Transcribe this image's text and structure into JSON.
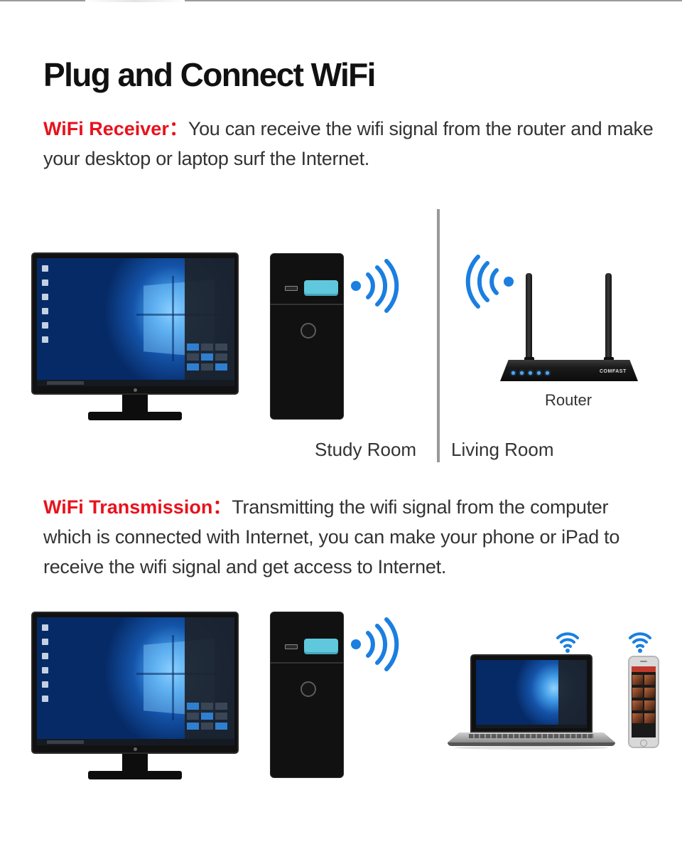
{
  "title": "Plug and Connect WiFi",
  "receiver": {
    "label": "WiFi Receiver：",
    "text": "You can receive the wifi signal from the router and make your desktop or laptop surf the Internet."
  },
  "rooms": {
    "study": "Study Room",
    "living": "Living Room"
  },
  "router": {
    "label": "Router",
    "brand": "COMFAST"
  },
  "transmission": {
    "label": "WiFi Transmission：",
    "text": "Transmitting the wifi signal from the computer which is connected with Internet, you can make your phone or iPad to receive the wifi signal and get access to Internet."
  },
  "icons": {
    "wifi_wave": "wifi-signal-icon",
    "wifi_small": "wifi-icon",
    "desktop": "desktop-monitor-icon",
    "tower": "pc-tower-icon",
    "usb_adapter": "usb-wifi-adapter-icon",
    "router": "router-icon",
    "laptop": "laptop-icon",
    "phone": "smartphone-icon"
  },
  "colors": {
    "accent_red": "#e8121c",
    "wifi_blue": "#1a7fe0",
    "adapter_cyan": "#5fc8dc"
  }
}
